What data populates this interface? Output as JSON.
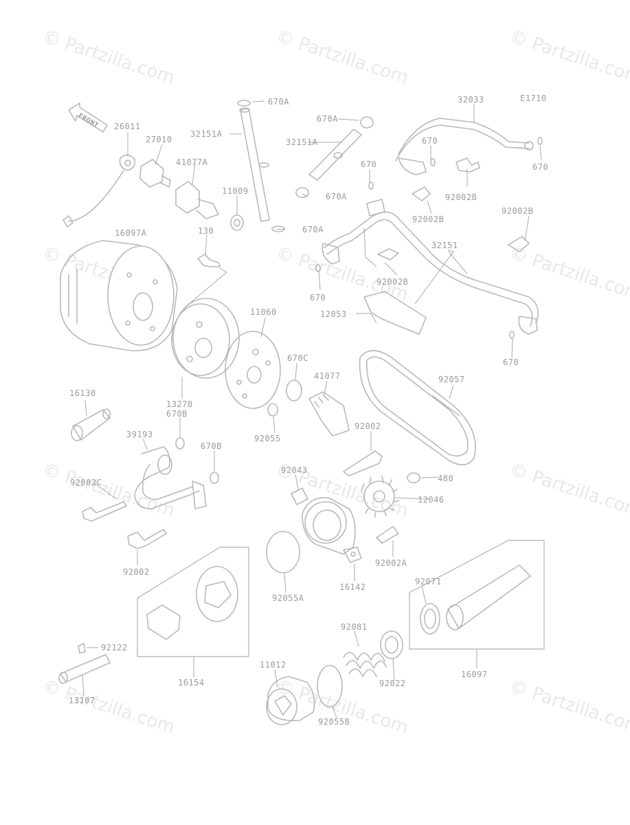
{
  "figure_code": "E1710",
  "front_label": "FRONT",
  "watermark": "© Partzilla.com",
  "parts": [
    {
      "id": "670A",
      "label": "670A"
    },
    {
      "id": "32151A",
      "label": "32151A"
    },
    {
      "id": "670A-b",
      "label": "670A"
    },
    {
      "id": "32151A-b",
      "label": "32151A"
    },
    {
      "id": "670A-c",
      "label": "670A"
    },
    {
      "id": "670A-d",
      "label": "670A"
    },
    {
      "id": "32033",
      "label": "32033"
    },
    {
      "id": "670-a",
      "label": "670"
    },
    {
      "id": "670-b",
      "label": "670"
    },
    {
      "id": "670-c",
      "label": "670"
    },
    {
      "id": "92002B-a",
      "label": "92002B"
    },
    {
      "id": "92002B-b",
      "label": "92002B"
    },
    {
      "id": "92002B-c",
      "label": "92002B"
    },
    {
      "id": "92002B-d",
      "label": "92002B"
    },
    {
      "id": "26011",
      "label": "26011"
    },
    {
      "id": "27010",
      "label": "27010"
    },
    {
      "id": "41077A",
      "label": "41077A"
    },
    {
      "id": "11009",
      "label": "11009"
    },
    {
      "id": "130",
      "label": "130"
    },
    {
      "id": "16097A",
      "label": "16097A"
    },
    {
      "id": "32151",
      "label": "32151"
    },
    {
      "id": "670-d",
      "label": "670"
    },
    {
      "id": "12053",
      "label": "12053"
    },
    {
      "id": "670-e",
      "label": "670"
    },
    {
      "id": "11060",
      "label": "11060"
    },
    {
      "id": "670C",
      "label": "670C"
    },
    {
      "id": "41077",
      "label": "41077"
    },
    {
      "id": "92057",
      "label": "92057"
    },
    {
      "id": "16130",
      "label": "16130"
    },
    {
      "id": "13270",
      "label": "13270"
    },
    {
      "id": "670B-a",
      "label": "670B"
    },
    {
      "id": "92055",
      "label": "92055"
    },
    {
      "id": "39193",
      "label": "39193"
    },
    {
      "id": "670B-b",
      "label": "670B"
    },
    {
      "id": "92002-a",
      "label": "92002"
    },
    {
      "id": "92043",
      "label": "92043"
    },
    {
      "id": "480",
      "label": "480"
    },
    {
      "id": "92002C",
      "label": "92002C"
    },
    {
      "id": "12046",
      "label": "12046"
    },
    {
      "id": "92002-b",
      "label": "92002"
    },
    {
      "id": "92002A",
      "label": "92002A"
    },
    {
      "id": "16142",
      "label": "16142"
    },
    {
      "id": "92055A",
      "label": "92055A"
    },
    {
      "id": "92071",
      "label": "92071"
    },
    {
      "id": "92081",
      "label": "92081"
    },
    {
      "id": "92122",
      "label": "92122"
    },
    {
      "id": "16154",
      "label": "16154"
    },
    {
      "id": "11012",
      "label": "11012"
    },
    {
      "id": "92022",
      "label": "92022"
    },
    {
      "id": "16097",
      "label": "16097"
    },
    {
      "id": "13107",
      "label": "13107"
    },
    {
      "id": "92055B",
      "label": "92055B"
    }
  ]
}
